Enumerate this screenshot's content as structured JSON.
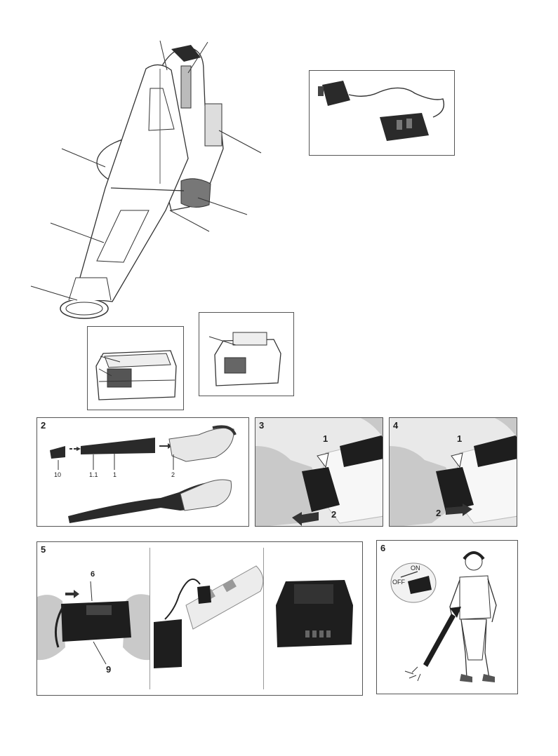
{
  "figures": {
    "fig2": {
      "number": "2",
      "labels": {
        "l10": "10",
        "l11": "1.1",
        "l1": "1",
        "l2": "2"
      }
    },
    "fig3": {
      "number": "3",
      "step1": "1",
      "step2": "2"
    },
    "fig4": {
      "number": "4",
      "step1": "1",
      "step2": "2"
    },
    "fig5": {
      "number": "5",
      "l6": "6",
      "l9": "9"
    },
    "fig6": {
      "number": "6",
      "switch_on": "ON",
      "switch_off": "OFF"
    }
  },
  "colors": {
    "stroke": "#333333",
    "dark": "#1e1e1e",
    "photo_bg": "#e9e9e9",
    "skin": "#c9c9c9"
  }
}
